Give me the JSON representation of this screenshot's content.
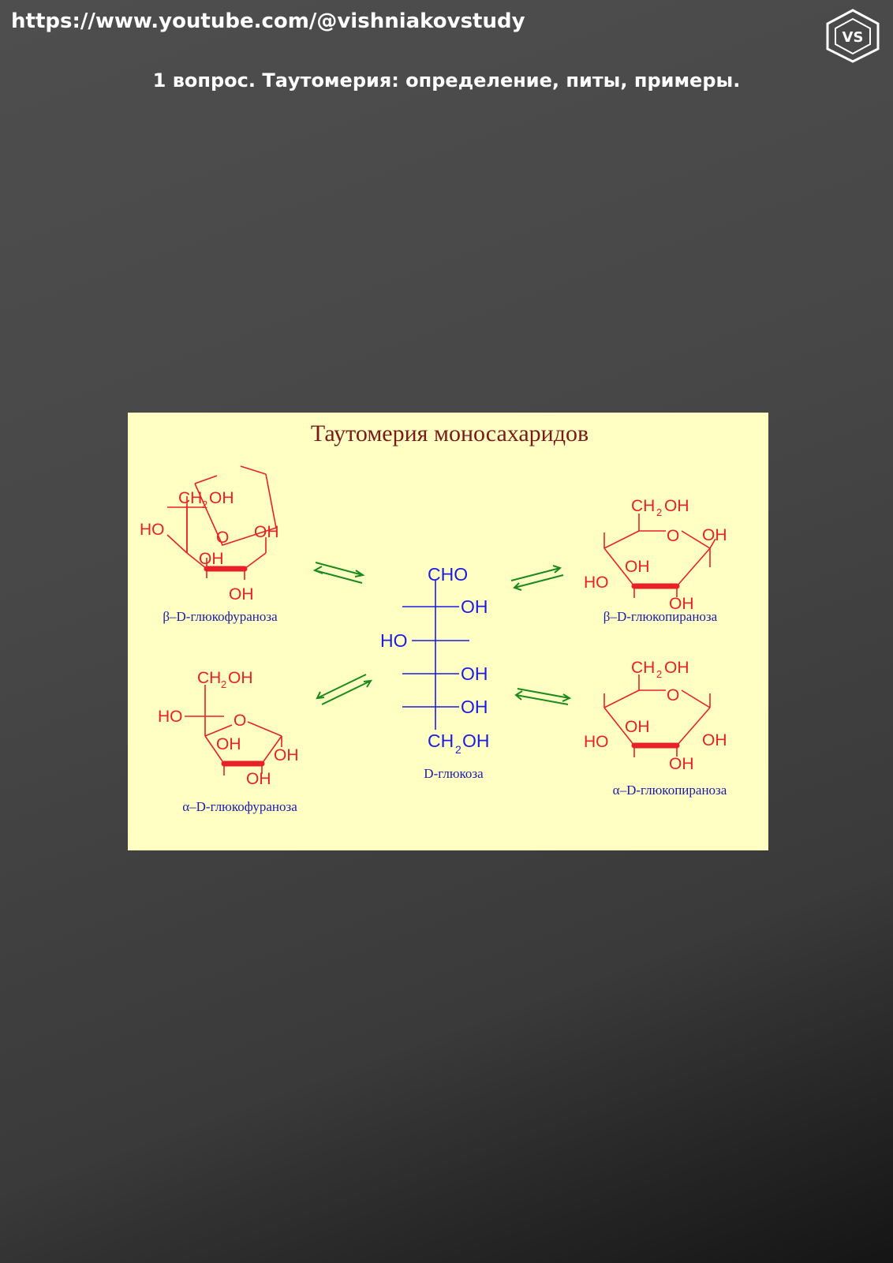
{
  "header": {
    "url": "https://www.youtube.com/@vishniakovstudy",
    "logo_text": "VS"
  },
  "slide": {
    "title": "1 вопрос. Таутомерия: определение, питы, примеры."
  },
  "diagram": {
    "title": "Таутомерия моносахаридов",
    "labels": {
      "ch2": "CH",
      "sub2": "2",
      "oh": "OH",
      "ho": "HO",
      "o": "O",
      "cho": "CHO"
    },
    "captions": {
      "beta_furanose": "β–D-глюкофураноза",
      "alpha_furanose": "α–D-глюкофураноза",
      "beta_pyranose": "β–D-глюкопираноза",
      "alpha_pyranose": "α–D-глюкопираноза",
      "glucose": "D-глюкоза"
    },
    "colors": {
      "ring": "#e8202a",
      "open_chain": "#1c1ce0",
      "arrows": "#1a8a1a",
      "caption": "#1c1ca8",
      "title": "#7a1a1a",
      "panel": "#ffffc4"
    }
  }
}
